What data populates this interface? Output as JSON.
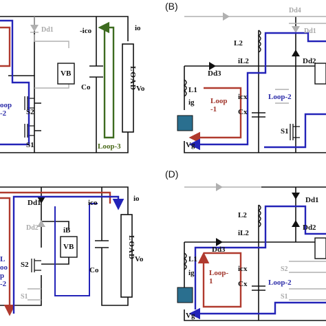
{
  "panels": {
    "A": {
      "labels": {
        "dd1": "Dd1",
        "ico": "-ico",
        "io": "io",
        "vb": "VB",
        "co": "Co",
        "load": "LOAD",
        "vo": "Vo",
        "s2": "S2",
        "s1": "S1",
        "loop_left": "oop\n-2",
        "loop3": "Loop-3"
      }
    },
    "B": {
      "panel_label": "(B)",
      "labels": {
        "dd4": "Dd4",
        "dd1": "Dd1",
        "l2": "L2",
        "il2": "iL2",
        "dd3": "Dd3",
        "dd2": "Dd2",
        "l1": "L1",
        "ig": "ig",
        "icx": "icx",
        "cx": "Cx",
        "s1": "S1",
        "vg": "Vg",
        "loop1": "Loop\n-1",
        "loop2": "Loop-2"
      }
    },
    "C": {
      "labels": {
        "dd1": "Dd1",
        "ico": "ico",
        "io": "io",
        "dd2": "Dd2",
        "ib": "iB",
        "vb": "VB",
        "co": "Co",
        "load": "LOAD",
        "vo": "Vo",
        "s2": "S2",
        "s1": "S1",
        "loop_left": "L\noo\np\n-2"
      }
    },
    "D": {
      "panel_label": "(D)",
      "labels": {
        "dd1": "Dd1",
        "l2": "L2",
        "il2": "iL2",
        "dd3": "Dd3",
        "dd2": "Dd2",
        "l1": "L1",
        "ig": "ig",
        "icx": "icx",
        "cx": "Cx",
        "s2": "S2",
        "s1": "S1",
        "vg": "Vg",
        "loop1": "Loop-\n1",
        "loop2": "Loop-2"
      }
    }
  },
  "colors": {
    "circuit": "#111111",
    "inactive": "#b0b0b0",
    "loop_red": "#b03a2e",
    "loop_blue": "#2323b8",
    "loop_green": "#3d6b1f",
    "battery": "#2a6f8f"
  }
}
